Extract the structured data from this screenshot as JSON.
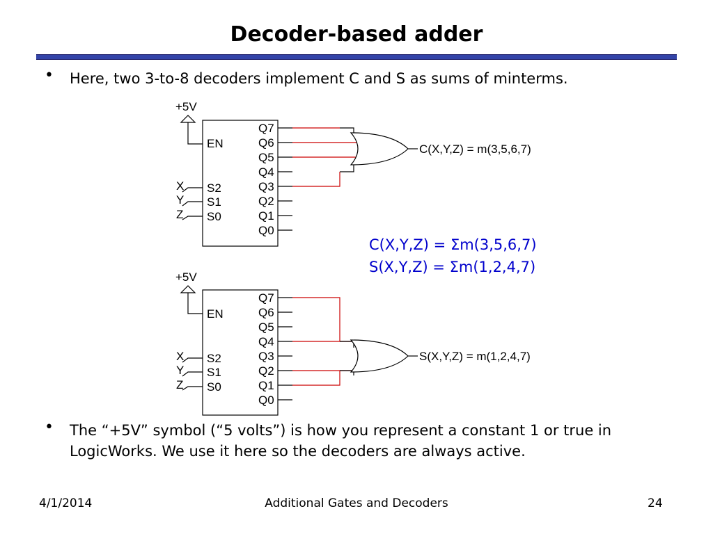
{
  "slide": {
    "title": "Decoder-based adder",
    "bullets": [
      "Here, two 3-to-8 decoders implement C and S as sums of minterms.",
      "The “+5V” symbol (“5 volts”) is how you represent a constant 1 or true in LogicWorks. We use it here so the decoders are always active."
    ],
    "bullet_glyph": "•",
    "equations": {
      "c": "C(X,Y,Z) = Σm(3,5,6,7)",
      "s": "S(X,Y,Z) = Σm(1,2,4,7)"
    },
    "footer": {
      "date": "4/1/2014",
      "center": "Additional Gates and Decoders",
      "page": "24"
    }
  },
  "decoder_labels": {
    "power": "+5V",
    "enable": "EN",
    "selects": [
      "S2",
      "S1",
      "S0"
    ],
    "inputs": [
      "X",
      "Y",
      "Z"
    ],
    "outputs": [
      "Q7",
      "Q6",
      "Q5",
      "Q4",
      "Q3",
      "Q2",
      "Q1",
      "Q0"
    ]
  },
  "circuits": {
    "top_output": "C(X,Y,Z) = m(3,5,6,7)",
    "bottom_output": "S(X,Y,Z) = m(1,2,4,7)",
    "top_minterms": [
      3,
      5,
      6,
      7
    ],
    "bottom_minterms": [
      1,
      2,
      4,
      7
    ]
  },
  "colors": {
    "accent_rule": "#3344a8",
    "wire_active": "#cc0000",
    "equation_text": "#0000cc"
  }
}
